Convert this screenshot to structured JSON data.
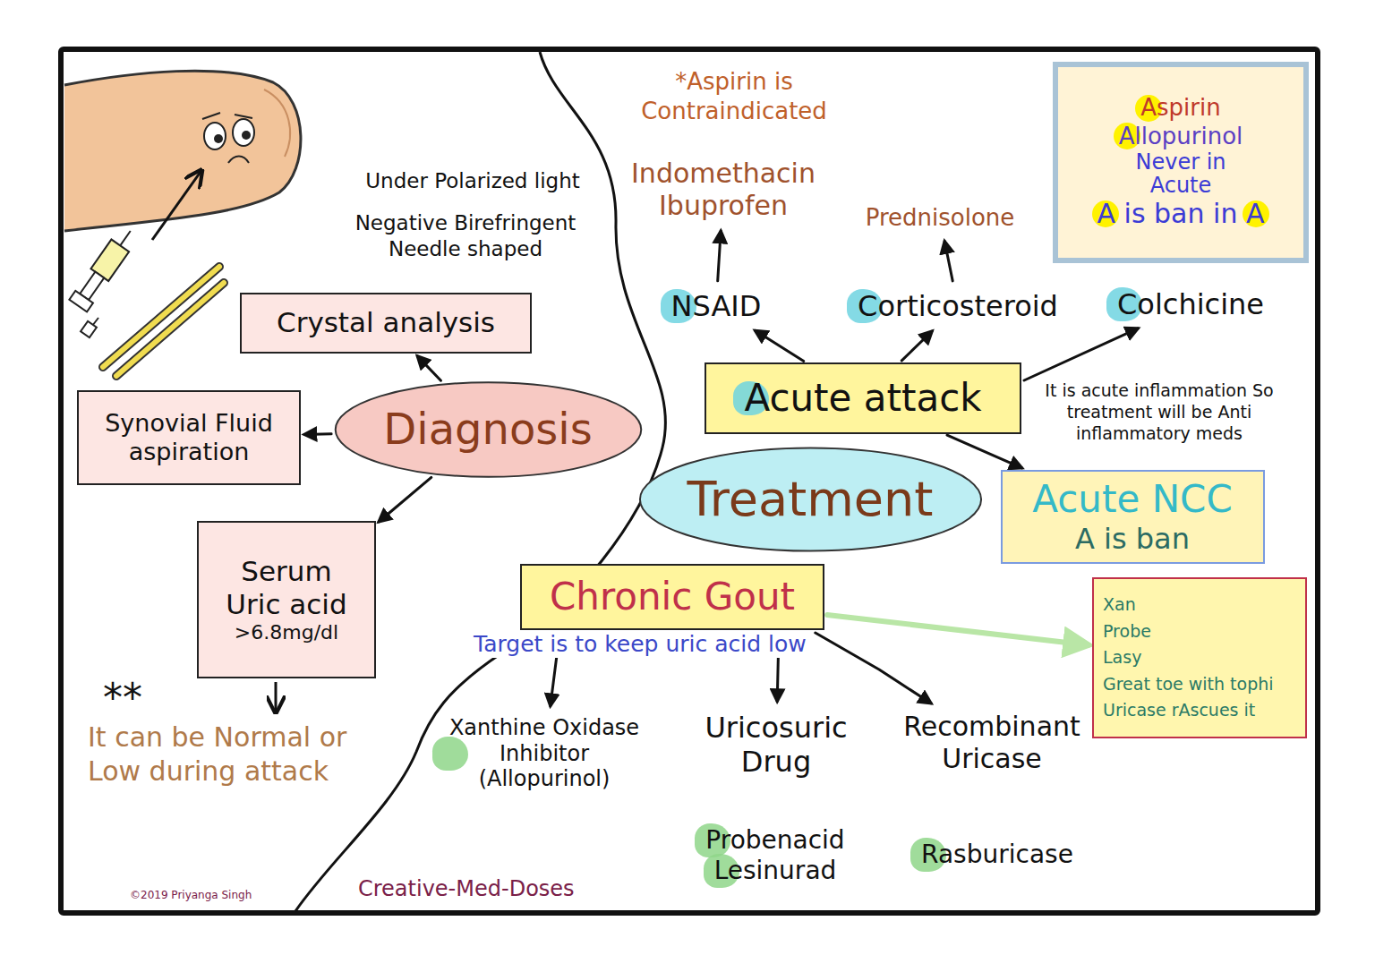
{
  "diagram": {
    "nodes": [
      {
        "text": [
          "Diagnosis"
        ]
      },
      {
        "text": [
          "Synovial Fluid aspiration"
        ]
      },
      {
        "text": [
          "Crystal analysis"
        ]
      },
      {
        "text": [
          "Serum Uric acid",
          ">6.8mg/dl"
        ]
      },
      {
        "text": [
          "Treatment"
        ]
      },
      {
        "text": [
          "Acute attack"
        ]
      },
      {
        "text": [
          "NSAID"
        ]
      },
      {
        "text": [
          "Corticosteroid"
        ]
      },
      {
        "text": [
          "Colchicine"
        ]
      },
      {
        "text": [
          "Indomethacin",
          "Ibuprofen"
        ]
      },
      {
        "text": [
          "Prednisolone"
        ]
      },
      {
        "text": [
          "Acute NCC",
          "A is ban"
        ]
      },
      {
        "text": [
          "Aspirin",
          "Allopurinol",
          "Never in Acute",
          "A is ban in A"
        ]
      },
      {
        "text": [
          "Chronic Gout"
        ]
      },
      {
        "text": [
          "Xanthine Oxidase Inhibitor (Allopurinol)"
        ]
      },
      {
        "text": [
          "Uricosuric Drug"
        ]
      },
      {
        "text": [
          "Recombinant Uricase"
        ]
      },
      {
        "text": [
          "Probenacid",
          "Lesinurad"
        ]
      },
      {
        "text": [
          "Rasburicase"
        ]
      },
      {
        "text": [
          "Xan",
          "Probe",
          "Lasy",
          "Great toe with tophi",
          "Uricase rAscues it"
        ]
      }
    ],
    "edges": [
      {
        "from": 0,
        "to": 1,
        "arrow": "to"
      },
      {
        "from": 0,
        "to": 2,
        "arrow": "to"
      },
      {
        "from": 0,
        "to": 3,
        "arrow": "to"
      },
      {
        "from": 5,
        "to": 6,
        "arrow": "to"
      },
      {
        "from": 5,
        "to": 7,
        "arrow": "to"
      },
      {
        "from": 5,
        "to": 8,
        "arrow": "to"
      },
      {
        "from": 5,
        "to": 11,
        "arrow": "to"
      },
      {
        "from": 6,
        "to": 9,
        "arrow": "to"
      },
      {
        "from": 7,
        "to": 10,
        "arrow": "to"
      },
      {
        "from": 13,
        "to": 19,
        "arrow": "to"
      },
      {
        "from": 13,
        "to": 14,
        "arrow": "to"
      },
      {
        "from": 13,
        "to": 15,
        "arrow": "to"
      },
      {
        "from": 13,
        "to": 16,
        "arrow": "to"
      }
    ],
    "labels": [
      "*Aspirin is Contraindicated",
      "Under Polarized light",
      "Negative Birefringent Needle shaped",
      "It is acute inflammation So treatment will be Anti inflammatory meds",
      "Target is to keep uric acid low",
      "**",
      "It can be Normal or Low during attack",
      "Creative-Med-Doses",
      "©2019 Priyanga Singh"
    ]
  }
}
